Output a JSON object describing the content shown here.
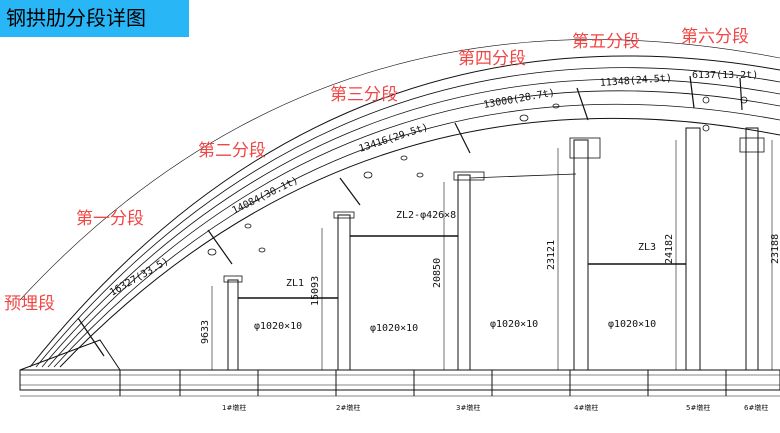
{
  "title": "钢拱肋分段详图",
  "segments": [
    {
      "name": "预埋段"
    },
    {
      "name": "第一分段"
    },
    {
      "name": "第二分段"
    },
    {
      "name": "第三分段"
    },
    {
      "name": "第四分段"
    },
    {
      "name": "第五分段"
    },
    {
      "name": "第六分段"
    }
  ],
  "arc_dimensions": [
    {
      "text": "16327(33.5)"
    },
    {
      "text": "14084(30.1t)"
    },
    {
      "text": "13416(29.5t)"
    },
    {
      "text": "13000(28.7t)"
    },
    {
      "text": "11348(24.5t)"
    },
    {
      "text": "6137(13.2t)"
    }
  ],
  "column_labels": [
    {
      "text": "φ1020×10"
    },
    {
      "text": "φ1020×10"
    },
    {
      "text": "φ1020×10"
    },
    {
      "text": "φ1020×10"
    }
  ],
  "brace_labels": [
    {
      "text": "ZL1"
    },
    {
      "text": "ZL2-φ426×8"
    },
    {
      "text": "ZL3"
    }
  ],
  "heights": [
    {
      "text": "9633"
    },
    {
      "text": "15093"
    },
    {
      "text": "20850"
    },
    {
      "text": "23121"
    },
    {
      "text": "24182"
    },
    {
      "text": "23188"
    }
  ],
  "pier_labels": [
    {
      "text": "1#墩柱"
    },
    {
      "text": "2#墩柱"
    },
    {
      "text": "3#墩柱"
    },
    {
      "text": "4#墩柱"
    },
    {
      "text": "5#墩柱"
    },
    {
      "text": "6#墩柱"
    }
  ],
  "colors": {
    "title_bg": "#29b6f6",
    "segment_label": "#f04646",
    "line": "#111111"
  }
}
